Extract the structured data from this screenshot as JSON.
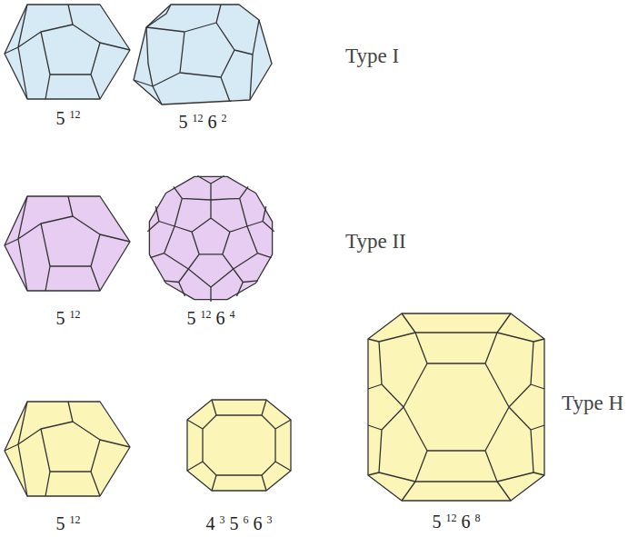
{
  "diagram": {
    "labels": [
      "5 12",
      "5 12 6 2",
      "Type I",
      "5 12",
      "5 12 6 4",
      "Type II",
      "5 12",
      "4 3 5 6 6 3",
      "5 12 6 8",
      "Type H"
    ]
  }
}
